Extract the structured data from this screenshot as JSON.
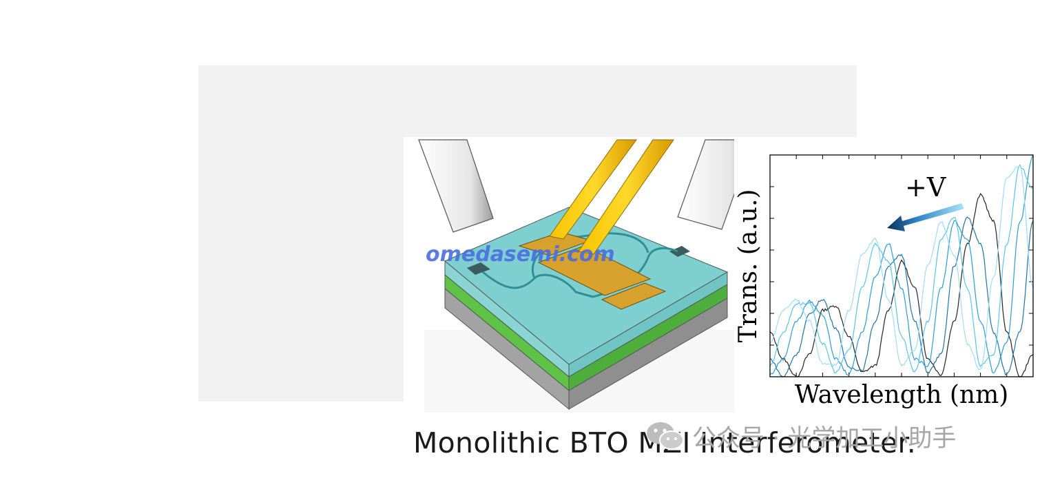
{
  "caption": "Monolithic BTO MZI Interferometer.",
  "watermark": "omedasemi.com",
  "footer": {
    "icon": "wechat-icon",
    "text": "公众号 · 光学加工小助手"
  },
  "chart_data": {
    "type": "line",
    "xlabel": "Wavelength (nm)",
    "ylabel": "Trans. (a.u.)",
    "annotation": "+V",
    "annotation_arrow": "pointing to shorter wavelength (left)",
    "grid": false,
    "ticks_labeled": false,
    "xlim": [
      0,
      100
    ],
    "ylim": [
      0,
      1
    ],
    "colors": [
      "#222222",
      "#1f72a6",
      "#2a9bd0",
      "#55c5ee",
      "#9fdcf3"
    ],
    "series": [
      {
        "x": [
          0,
          5,
          10,
          15,
          20,
          25,
          30,
          35,
          40,
          45,
          50,
          55,
          60,
          65,
          70,
          75,
          80,
          85,
          90,
          95,
          100
        ],
        "values": [
          0.2,
          0.08,
          0.0,
          0.1,
          0.3,
          0.32,
          0.18,
          0.02,
          0.05,
          0.3,
          0.52,
          0.4,
          0.08,
          0.01,
          0.25,
          0.6,
          0.82,
          0.7,
          0.2,
          0.0,
          0.1
        ]
      },
      {
        "x": [
          0,
          5,
          10,
          15,
          20,
          25,
          30,
          35,
          40,
          45,
          50,
          55,
          60,
          65,
          70,
          75,
          80,
          85,
          90,
          95,
          100
        ],
        "values": [
          0.08,
          0.0,
          0.1,
          0.28,
          0.35,
          0.22,
          0.04,
          0.03,
          0.25,
          0.5,
          0.55,
          0.25,
          0.02,
          0.1,
          0.5,
          0.72,
          0.6,
          0.2,
          0.01,
          0.2,
          0.7
        ]
      },
      {
        "x": [
          0,
          5,
          10,
          15,
          20,
          25,
          30,
          35,
          40,
          45,
          50,
          55,
          60,
          65,
          70,
          75,
          80,
          85,
          90,
          95,
          100
        ],
        "values": [
          0.01,
          0.08,
          0.25,
          0.34,
          0.28,
          0.08,
          0.01,
          0.2,
          0.45,
          0.6,
          0.4,
          0.08,
          0.05,
          0.4,
          0.7,
          0.62,
          0.25,
          0.02,
          0.15,
          0.7,
          1.0
        ]
      },
      {
        "x": [
          0,
          5,
          10,
          15,
          20,
          25,
          30,
          35,
          40,
          45,
          50,
          55,
          60,
          65,
          70,
          75,
          80,
          85,
          90,
          95,
          100
        ],
        "values": [
          0.05,
          0.2,
          0.33,
          0.33,
          0.15,
          0.02,
          0.12,
          0.4,
          0.6,
          0.52,
          0.18,
          0.02,
          0.25,
          0.62,
          0.72,
          0.4,
          0.05,
          0.1,
          0.6,
          0.95,
          0.85
        ]
      },
      {
        "x": [
          0,
          5,
          10,
          15,
          20,
          25,
          30,
          35,
          40,
          45,
          50,
          55,
          60,
          65,
          70,
          75,
          80,
          85,
          90,
          95,
          100
        ],
        "values": [
          0.15,
          0.3,
          0.35,
          0.25,
          0.06,
          0.05,
          0.3,
          0.55,
          0.62,
          0.35,
          0.05,
          0.12,
          0.5,
          0.7,
          0.55,
          0.15,
          0.03,
          0.45,
          0.9,
          0.95,
          0.4
        ]
      }
    ]
  }
}
